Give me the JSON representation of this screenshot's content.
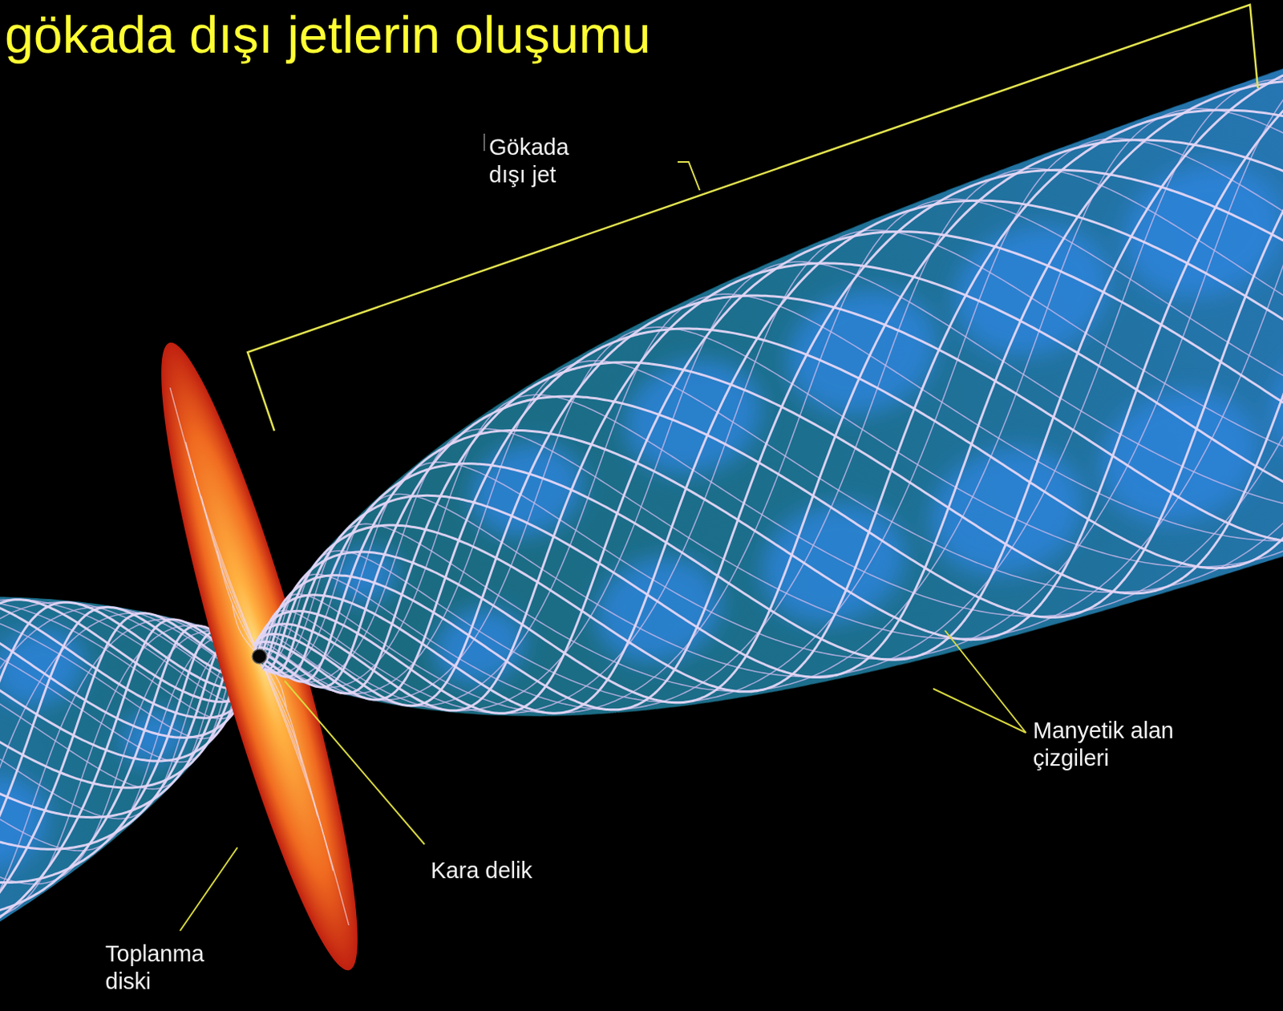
{
  "diagram": {
    "title": "gökada dışı jetlerin oluşumu",
    "labels": [
      "Gökada dışı jet",
      "Manyetik alan çizgileri",
      "Kara delik",
      "Toplanma diski"
    ]
  }
}
